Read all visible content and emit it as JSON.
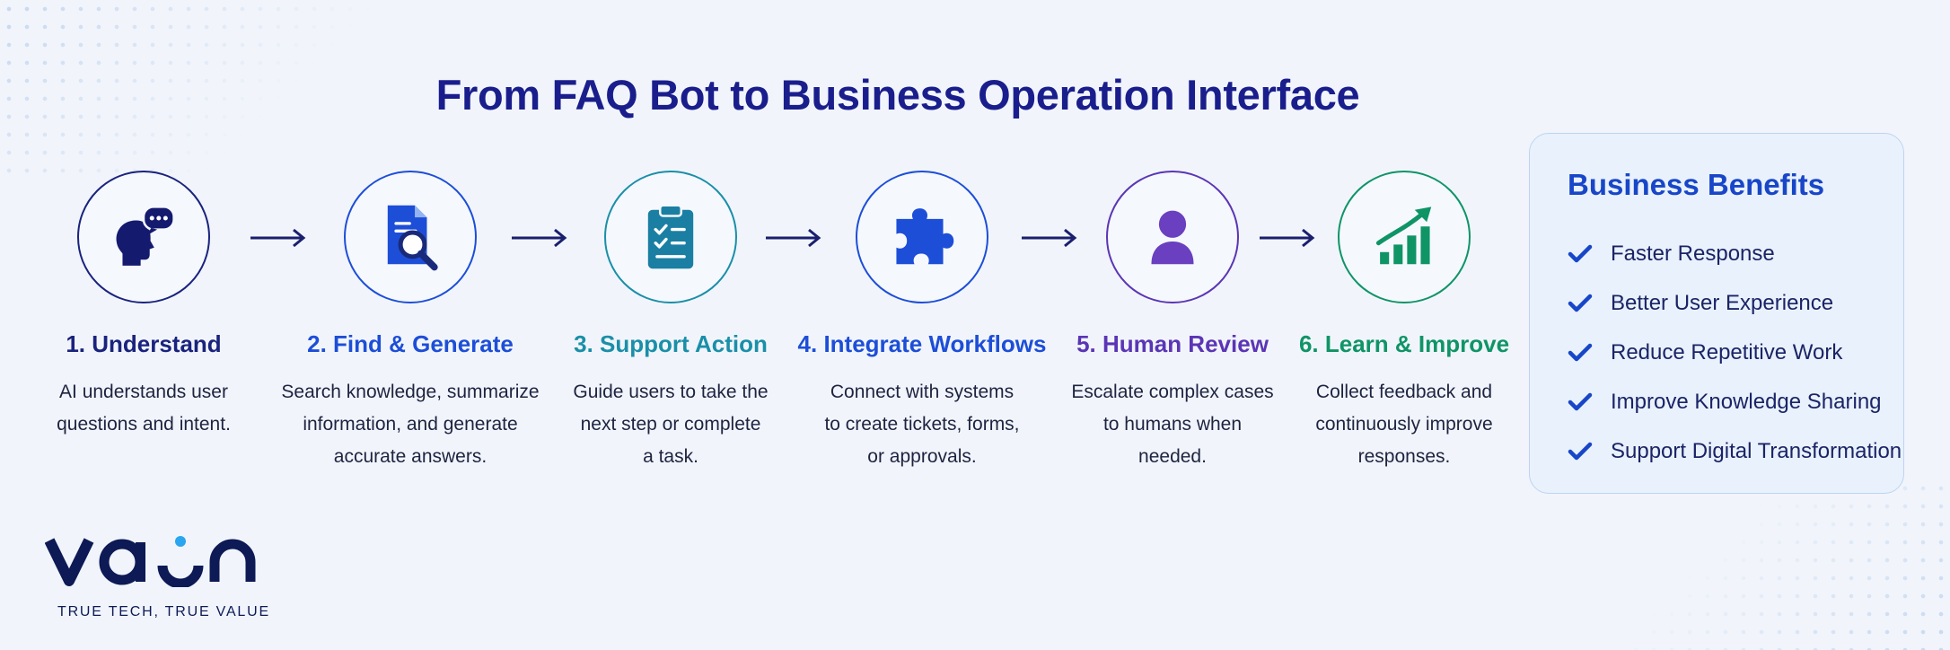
{
  "title": "From FAQ Bot to Business Operation Interface",
  "steps": [
    {
      "title": "1. Understand",
      "color": "#1a237e",
      "icon": "head-chat-icon",
      "desc": [
        "AI understands user",
        "questions and intent."
      ]
    },
    {
      "title": "2. Find & Generate",
      "color": "#1d4ed8",
      "icon": "document-search-icon",
      "desc": [
        "Search knowledge, summarize",
        "information, and generate",
        "accurate answers."
      ]
    },
    {
      "title": "3. Support Action",
      "color": "#1a8fa8",
      "icon": "clipboard-checklist-icon",
      "desc": [
        "Guide users to take the",
        "next step or complete",
        "a task."
      ]
    },
    {
      "title": "4. Integrate Workflows",
      "color": "#1d4ed8",
      "icon": "puzzle-icon",
      "desc": [
        "Connect with systems",
        "to create tickets, forms,",
        "or approvals."
      ]
    },
    {
      "title": "5. Human Review",
      "color": "#5b35b5",
      "icon": "person-icon",
      "desc": [
        "Escalate complex cases",
        "to humans when",
        "needed."
      ]
    },
    {
      "title": "6. Learn & Improve",
      "color": "#0f9466",
      "icon": "growth-chart-icon",
      "desc": [
        "Collect feedback and",
        "continuously improve",
        "responses."
      ]
    }
  ],
  "benefits": {
    "title": "Business Benefits",
    "items": [
      "Faster Response",
      "Better User Experience",
      "Reduce Repetitive Work",
      "Improve Knowledge Sharing",
      "Support Digital Transformation"
    ]
  },
  "logo": {
    "wordmark": "vaon",
    "tagline": "TRUE TECH, TRUE VALUE"
  }
}
